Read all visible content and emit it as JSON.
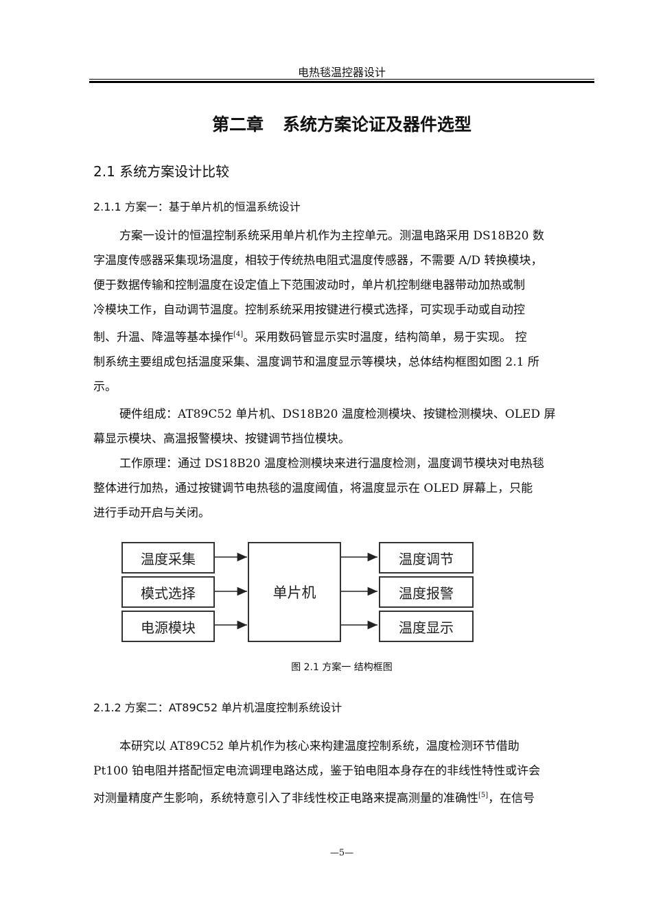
{
  "header": {
    "title": "电热毯温控器设计"
  },
  "chapter": {
    "number": "第二章",
    "title": "系统方案论证及器件选型"
  },
  "section": {
    "title": "2.1 系统方案设计比较"
  },
  "scheme1": {
    "title": "2.1.1 方案一：基于单片机的恒温系统设计",
    "p1": {
      "lines": [
        "方案一设计的恒温控制系统采用单片机作为主控单元。测温电路采用 DS18B20 数",
        "字温度传感器采集现场温度，相较于传统热电阻式温度传感器，不需要 A/D 转换模块，",
        "便于数据传输和控制温度在设定值上下范围波动时，单片机控制继电器带动加热或制",
        "冷模块工作，自动调节温度。控制系统采用按键进行模式选择，可实现手动或自动控"
      ],
      "line5_before": "制、升温、降温等基本操作",
      "line5_ref": "[4]",
      "line5_after": "。采用数码管显示实时温度，结构简单，易于实现。 控",
      "line6": "制系统主要组成包括温度采集、温度调节和温度显示等模块，总体结构框图如图 2.1 所",
      "line7": "示。"
    },
    "p2": {
      "lines": [
        "硬件组成：AT89C52 单片机、DS18B20 温度检测模块、按键检测模块、OLED 屏",
        "幕显示模块、高温报警模块、按键调节挡位模块。"
      ]
    },
    "p3": {
      "lines": [
        "工作原理：通过 DS18B20 温度检测模块来进行温度检测，温度调节模块对电热毯",
        "整体进行加热，通过按键调节电热毯的温度阈值，将温度显示在 OLED 屏幕上，只能",
        "进行手动开启与关闭。"
      ]
    }
  },
  "figure": {
    "inputs": [
      "温度采集",
      "模式选择",
      "电源模块"
    ],
    "center": "单片机",
    "outputs": [
      "温度调节",
      "温度报警",
      "温度显示"
    ],
    "caption": "图 2.1  方案一  结构框图"
  },
  "scheme2": {
    "title": "2.1.2 方案二：AT89C52 单片机温度控制系统设计",
    "p1": {
      "line1": "本研究以 AT89C52 单片机作为核心来构建温度控制系统，温度检测环节借助",
      "line2": "Pt100 铂电阻并搭配恒定电流调理电路达成，鉴于铂电阻本身存在的非线性特性或许会",
      "line3_before": "对测量精度产生影响，系统特意引入了非线性校正电路来提高测量的准确性",
      "line3_ref": "[5]",
      "line3_after": "，在信号"
    }
  },
  "page_number": "—5—"
}
